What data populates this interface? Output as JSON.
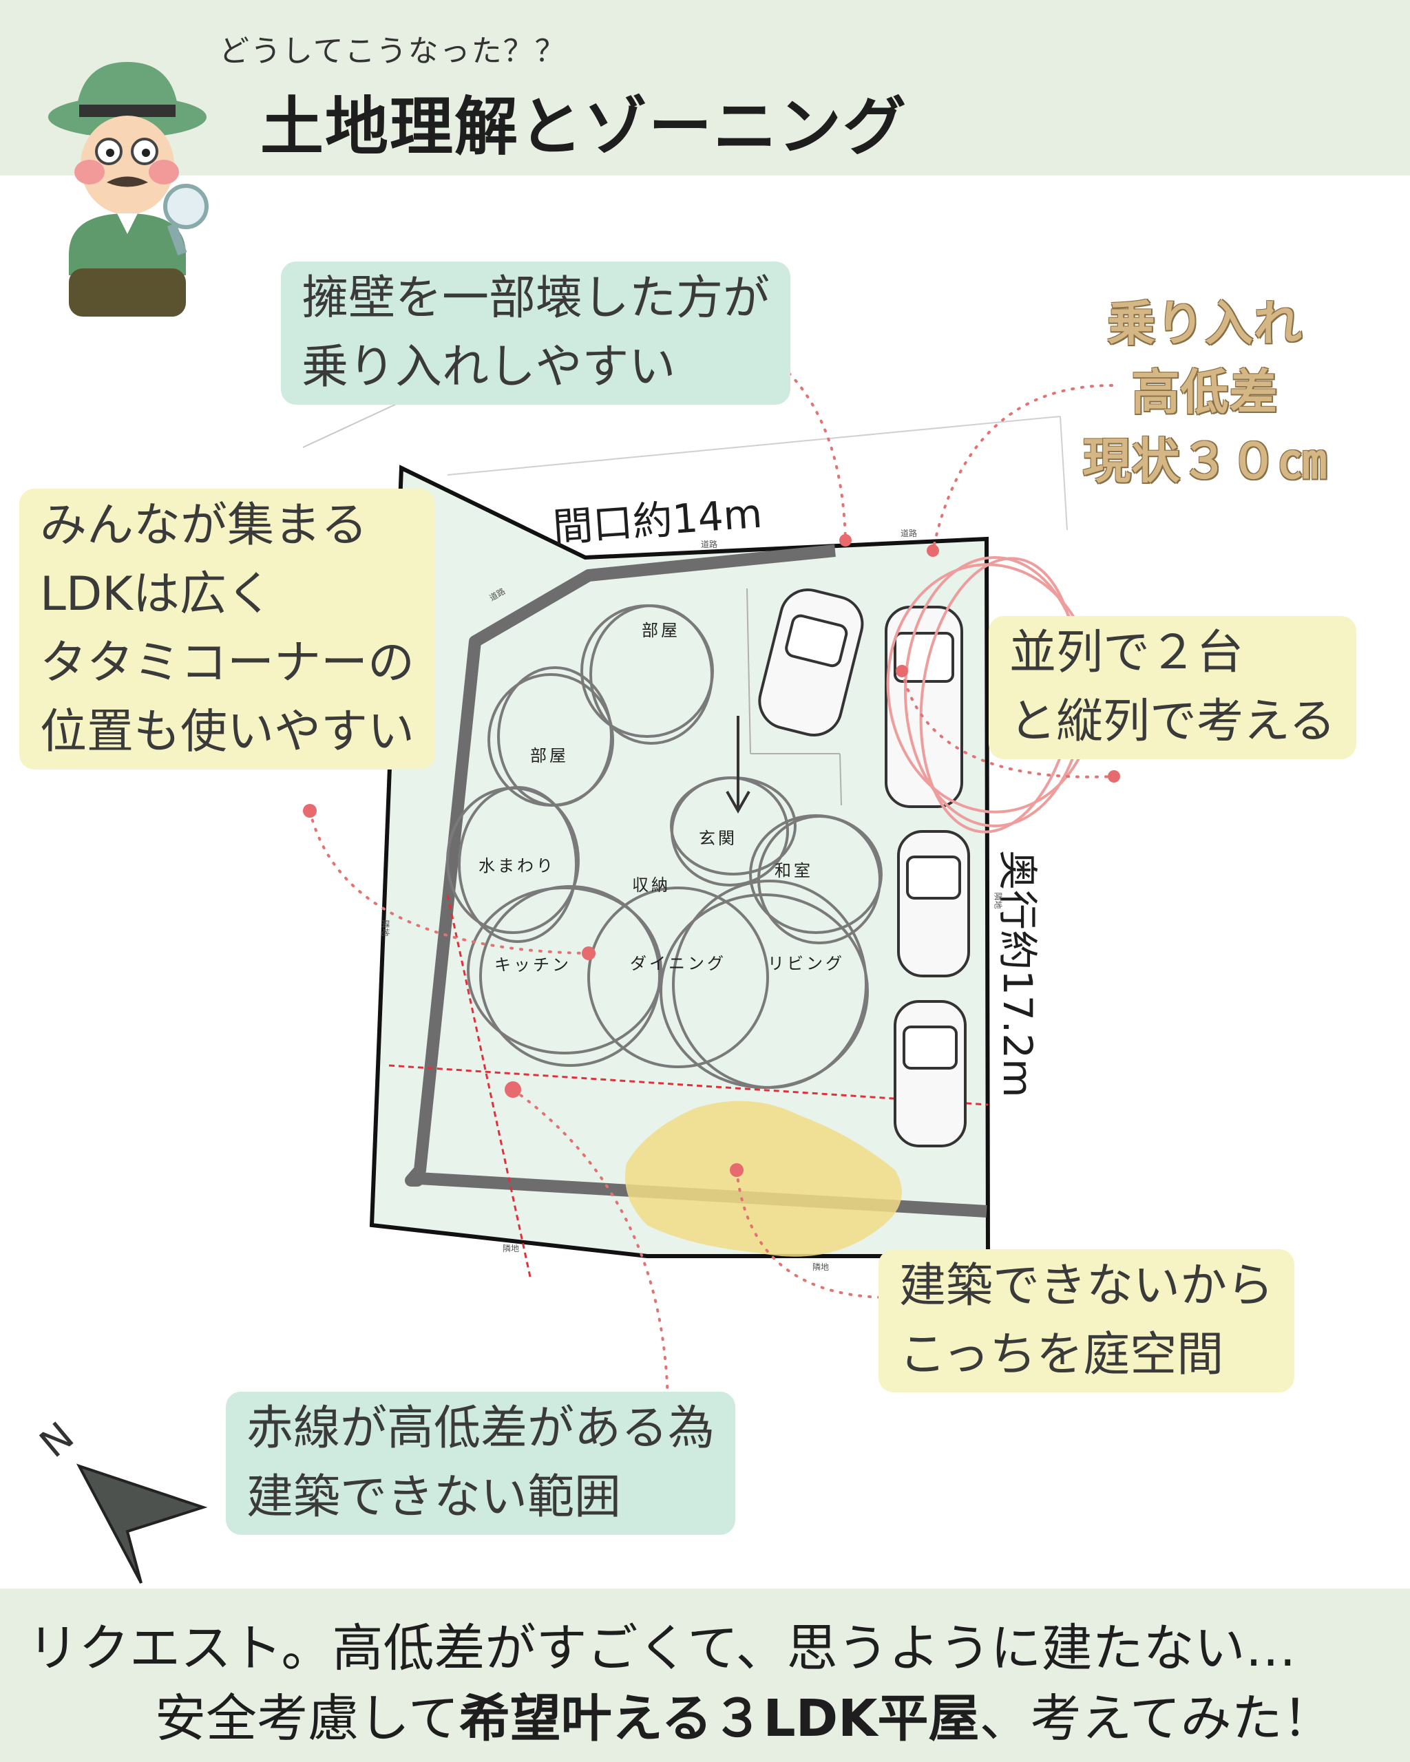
{
  "header": {
    "subtitle": "どうしてこうなった？？",
    "title": "土地理解とゾーニング"
  },
  "notes": {
    "retaining_wall": [
      "擁壁を一部壊した方が",
      "乗り入れしやすい"
    ],
    "height_diff": [
      "乗り入れ",
      "高低差",
      "現状３０㎝"
    ],
    "ldk": [
      "みんなが集まる",
      "LDKは広く",
      "タタミコーナーの",
      "位置も使いやすい"
    ],
    "parking": [
      "並列で２台",
      "と縦列で考える"
    ],
    "garden": [
      "建築できないから",
      "こっちを庭空間"
    ],
    "red_line": [
      "赤線が高低差がある為",
      "建築できない範囲"
    ]
  },
  "site": {
    "frontage": "間口約14m",
    "depth": "奥行約17.2m",
    "road_labels": [
      "道路",
      "道路",
      "道路"
    ],
    "neighbor_labels": [
      "隣地",
      "隣地",
      "隣地",
      "隣地"
    ]
  },
  "rooms": {
    "room1": "部屋",
    "room2": "部屋",
    "water": "水まわり",
    "storage": "収納",
    "entrance": "玄関",
    "washitsu": "和室",
    "kitchen": "キッチン",
    "dining": "ダイニング",
    "living": "リビング"
  },
  "compass": {
    "label": "N"
  },
  "footer": {
    "line1": "リクエスト。高低差がすごくて、思うように建たない…",
    "line2_a": "安全考慮して",
    "line2_b": "希望叶える３LDK平屋",
    "line2_c": "、考えてみた！"
  },
  "colors": {
    "band": "#e6efe1",
    "note_green": "#cfeadf",
    "note_yellow": "#f6f3c4",
    "lot_fill": "#e8f3ec",
    "red": "#e0313a",
    "garden": "#f1dc86"
  }
}
